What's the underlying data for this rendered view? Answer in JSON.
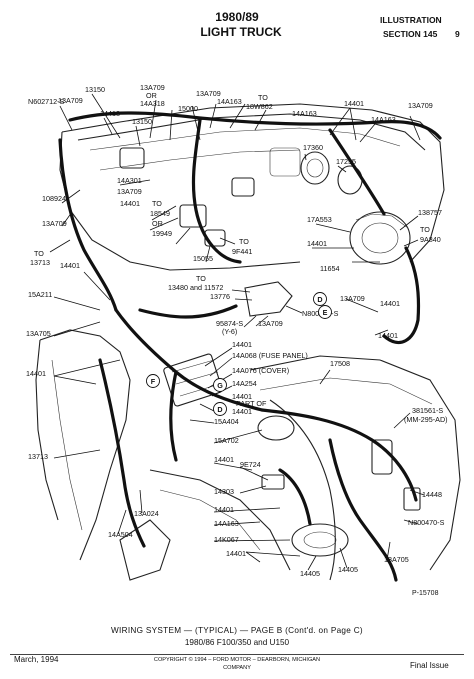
{
  "header": {
    "year": "1980/89",
    "model": "LIGHT TRUCK",
    "illustration": "ILLUSTRATION",
    "section": "SECTION 145",
    "page": "9"
  },
  "labels": [
    {
      "id": "l1",
      "text": "13150"
    },
    {
      "id": "l2",
      "text": "13A709"
    },
    {
      "id": "l3",
      "text": "OR"
    },
    {
      "id": "l4",
      "text": "14A318"
    },
    {
      "id": "l5",
      "text": "13A709"
    },
    {
      "id": "l6",
      "text": "N602712-S"
    },
    {
      "id": "l7",
      "text": "15000"
    },
    {
      "id": "l8",
      "text": "13A709"
    },
    {
      "id": "l9",
      "text": "14A163"
    },
    {
      "id": "l10",
      "text": "TO"
    },
    {
      "id": "l11",
      "text": "18W862"
    },
    {
      "id": "l12",
      "text": "14401"
    },
    {
      "id": "l13",
      "text": "13A709"
    },
    {
      "id": "l14",
      "text": "14413"
    },
    {
      "id": "l15",
      "text": "13150"
    },
    {
      "id": "l16",
      "text": "14A163"
    },
    {
      "id": "l17",
      "text": "14A163"
    },
    {
      "id": "l18",
      "text": "17360"
    },
    {
      "id": "l19",
      "text": "17255"
    },
    {
      "id": "l20",
      "text": "14A301"
    },
    {
      "id": "l21",
      "text": "108924"
    },
    {
      "id": "l22",
      "text": "13A709"
    },
    {
      "id": "l23",
      "text": "14401"
    },
    {
      "id": "l24",
      "text": "TO"
    },
    {
      "id": "l25",
      "text": "18549"
    },
    {
      "id": "l26",
      "text": "OR"
    },
    {
      "id": "l27",
      "text": "19949"
    },
    {
      "id": "l28",
      "text": "13A709"
    },
    {
      "id": "l29",
      "text": "TO"
    },
    {
      "id": "l30",
      "text": "9F441"
    },
    {
      "id": "l31",
      "text": "15055"
    },
    {
      "id": "l32",
      "text": "17A553"
    },
    {
      "id": "l33",
      "text": "138757"
    },
    {
      "id": "l34",
      "text": "14401"
    },
    {
      "id": "l35",
      "text": "TO"
    },
    {
      "id": "l36",
      "text": "9A840"
    },
    {
      "id": "l37",
      "text": "TO"
    },
    {
      "id": "l38",
      "text": "13713"
    },
    {
      "id": "l39",
      "text": "14401"
    },
    {
      "id": "l40",
      "text": "11654"
    },
    {
      "id": "l41",
      "text": "TO"
    },
    {
      "id": "l42",
      "text": "13480 and 11572"
    },
    {
      "id": "l43",
      "text": "13776"
    },
    {
      "id": "l44",
      "text": "13A709"
    },
    {
      "id": "l45",
      "text": "15A211"
    },
    {
      "id": "l46",
      "text": "14401"
    },
    {
      "id": "l47",
      "text": "N800458-S"
    },
    {
      "id": "l48",
      "text": "95874-S"
    },
    {
      "id": "l49",
      "text": "(Y-6)"
    },
    {
      "id": "l50",
      "text": "13A709"
    },
    {
      "id": "l51",
      "text": "14401"
    },
    {
      "id": "l52",
      "text": "13A705"
    },
    {
      "id": "l53",
      "text": "14401"
    },
    {
      "id": "l54",
      "text": "14A068 (FUSE PANEL)"
    },
    {
      "id": "l55",
      "text": "17508"
    },
    {
      "id": "l56",
      "text": "14A076 (COVER)"
    },
    {
      "id": "l57",
      "text": "14401"
    },
    {
      "id": "l58",
      "text": "14A254"
    },
    {
      "id": "l59",
      "text": "14401"
    },
    {
      "id": "l60",
      "text": "PART OF"
    },
    {
      "id": "l61",
      "text": "14401"
    },
    {
      "id": "l62",
      "text": "15A404"
    },
    {
      "id": "l63",
      "text": "381561-S"
    },
    {
      "id": "l64",
      "text": "(MM-295-AD)"
    },
    {
      "id": "l65",
      "text": "13713"
    },
    {
      "id": "l66",
      "text": "15A702"
    },
    {
      "id": "l67",
      "text": "14401"
    },
    {
      "id": "l68",
      "text": "9E724"
    },
    {
      "id": "l69",
      "text": "14303"
    },
    {
      "id": "l70",
      "text": "14448"
    },
    {
      "id": "l71",
      "text": "13A024"
    },
    {
      "id": "l72",
      "text": "14401"
    },
    {
      "id": "l73",
      "text": "N800470-S"
    },
    {
      "id": "l74",
      "text": "14A163"
    },
    {
      "id": "l75",
      "text": "14A504"
    },
    {
      "id": "l76",
      "text": "14K067"
    },
    {
      "id": "l77",
      "text": "14401"
    },
    {
      "id": "l78",
      "text": "14405"
    },
    {
      "id": "l79",
      "text": "14405"
    },
    {
      "id": "l80",
      "text": "13A705"
    }
  ],
  "callouts": [
    {
      "id": "c1",
      "text": "D"
    },
    {
      "id": "c2",
      "text": "E"
    },
    {
      "id": "c3",
      "text": "F"
    },
    {
      "id": "c4",
      "text": "G"
    },
    {
      "id": "c5",
      "text": "D"
    }
  ],
  "figure_number": "P-15708",
  "caption": {
    "line1": "WIRING SYSTEM — (TYPICAL) — PAGE B (Cont'd. on Page C)",
    "line2": "1980/86 F100/350 and U150"
  },
  "footer": {
    "date": "March, 1994",
    "copyright_1": "COPYRIGHT © 1994 – FORD MOTOR – DEARBORN, MICHIGAN",
    "copyright_2": "COMPANY",
    "issue": "Final Issue"
  }
}
